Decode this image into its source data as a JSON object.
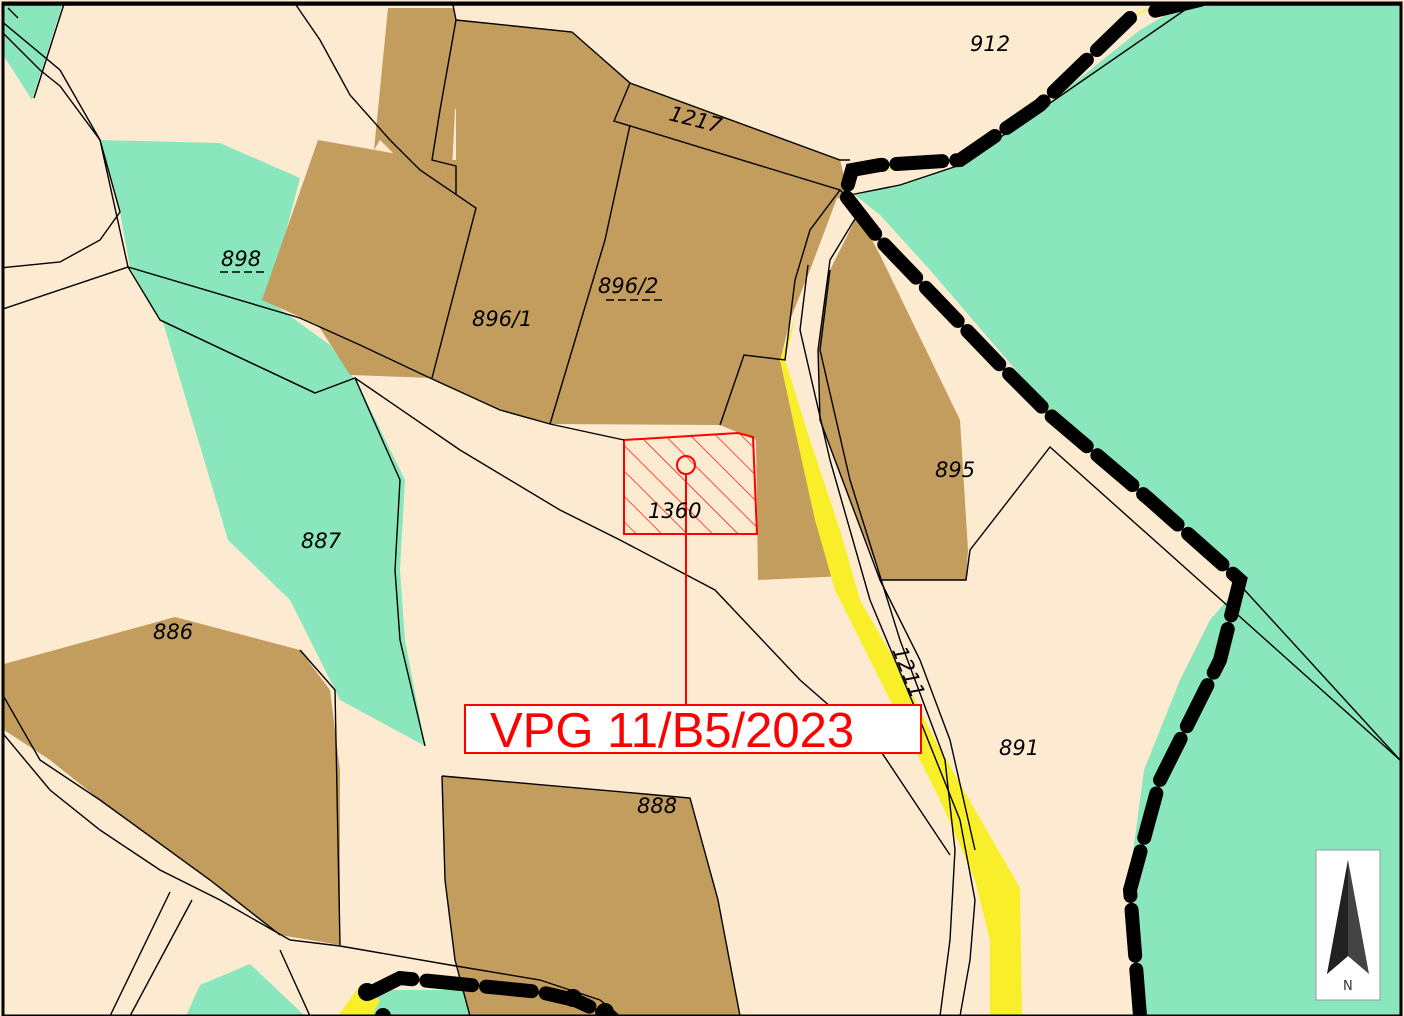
{
  "parcels": [
    {
      "id": "912"
    },
    {
      "id": "1217"
    },
    {
      "id": "898"
    },
    {
      "id": "896/2"
    },
    {
      "id": "896/1"
    },
    {
      "id": "895"
    },
    {
      "id": "1360"
    },
    {
      "id": "887"
    },
    {
      "id": "886"
    },
    {
      "id": "1211"
    },
    {
      "id": "891"
    },
    {
      "id": "888"
    }
  ],
  "callout": {
    "label": "VPG 11/B5/2023",
    "target_parcel": "1360"
  },
  "north_arrow": {
    "label": "N"
  },
  "colors": {
    "background": "#fdebd1",
    "forest": "#8ae6bc",
    "built": "#c29d5e",
    "road": "#f8ef2a",
    "boundary": "#000000",
    "highlight": "#ff0000"
  }
}
